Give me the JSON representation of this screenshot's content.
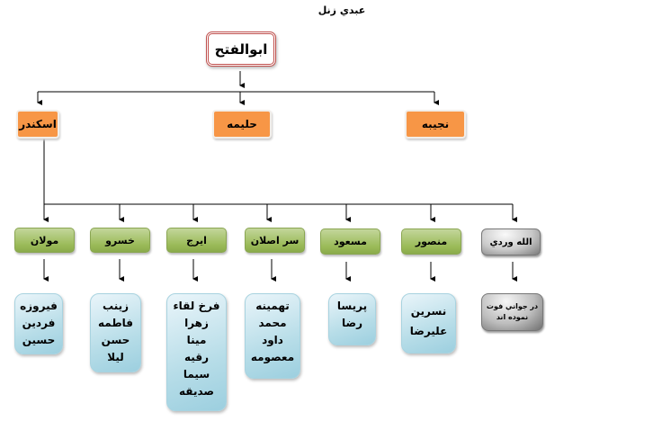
{
  "title": "عبدي زنل",
  "root": "ابوالفتح",
  "children": [
    {
      "name": "اسکندر"
    },
    {
      "name": "حليمه"
    },
    {
      "name": "نجيبه"
    }
  ],
  "grandchildren": [
    {
      "name": "مولان",
      "children": [
        "فيروزه",
        "فردين",
        "حسين"
      ]
    },
    {
      "name": "خسرو",
      "children": [
        "زينب",
        "فاطمه",
        "حسن",
        "ليلا"
      ]
    },
    {
      "name": "ايرج",
      "children": [
        "فرخ لقاء",
        "زهرا",
        "مينا",
        "رقيه",
        "سيما",
        "صديقه"
      ]
    },
    {
      "name": "سر اصلان",
      "children": [
        "تهمينه",
        "محمد",
        "داود",
        "معصومه"
      ]
    },
    {
      "name": "مسعود",
      "children": [
        "پريسا",
        "رضا"
      ]
    },
    {
      "name": "منصور",
      "children": [
        "نسرين",
        "عليرضا"
      ]
    },
    {
      "name": "الله وردي",
      "children": [
        "در جواني فوت",
        "نموده اند"
      ]
    }
  ]
}
